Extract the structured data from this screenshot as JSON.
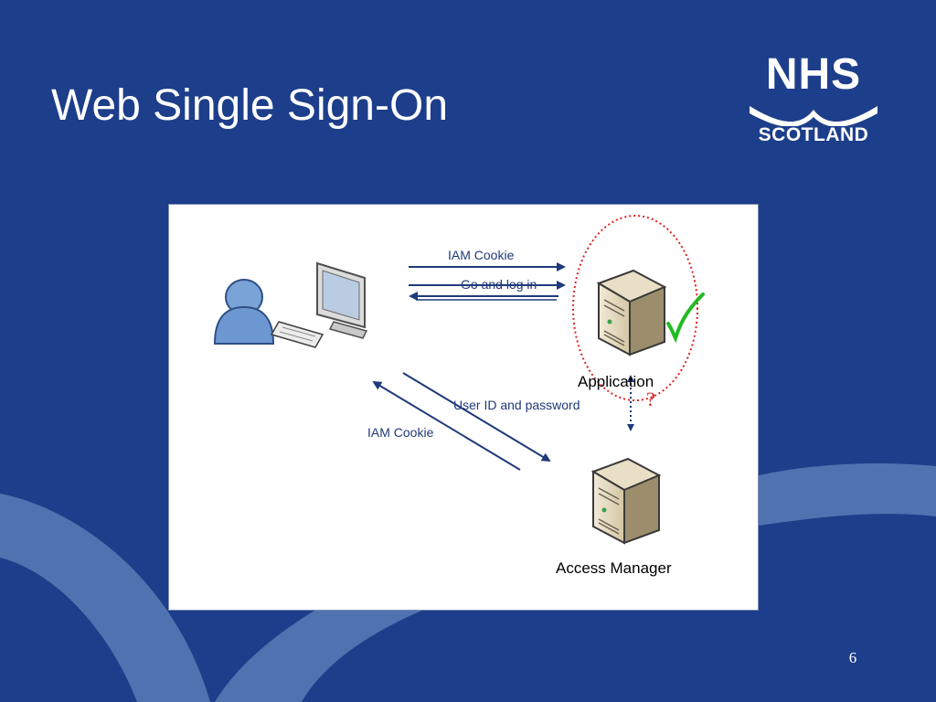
{
  "slide": {
    "title": "Web Single Sign-On",
    "page_number": "6",
    "colors": {
      "background": "#1d3e8a",
      "swoosh": "#4f73b0",
      "arrow": "#1f3a7a",
      "check": "#22bb22",
      "highlight": "#e02020"
    }
  },
  "logo": {
    "top_text": "NHS",
    "bottom_text": "SCOTLAND"
  },
  "diagram": {
    "messages": {
      "iam_cookie_top": "IAM Cookie",
      "go_and_log_in": "Go and log in",
      "user_id_password": "User ID and password",
      "iam_cookie_bottom": "IAM Cookie"
    },
    "nodes": {
      "application": "Application",
      "access_manager": "Access Manager"
    },
    "question_mark": "?",
    "icons": [
      "user-icon",
      "workstation-icon",
      "server-icon",
      "checkmark-icon"
    ]
  }
}
